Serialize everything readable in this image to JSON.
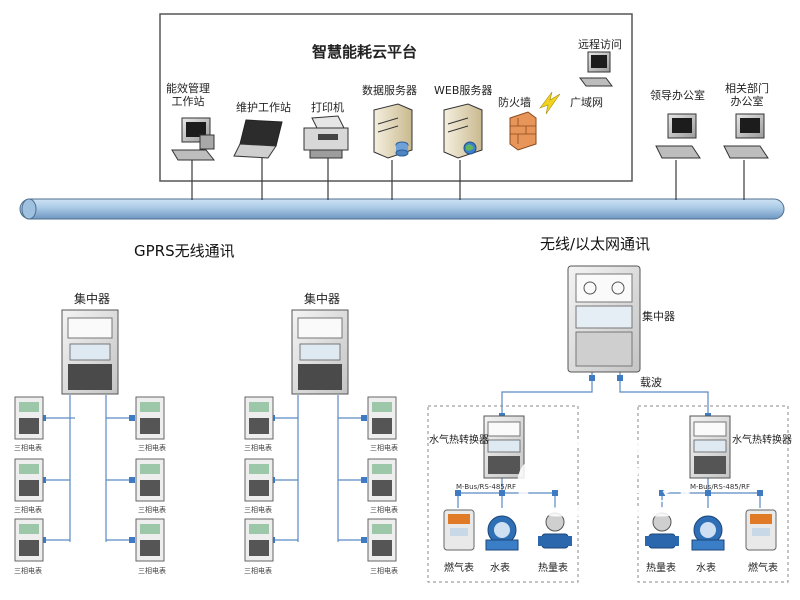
{
  "platform": {
    "title": "智慧能耗云平台",
    "nodes": {
      "mgmt": "能效管理\n工作站",
      "maint": "维护工作站",
      "printer": "打印机",
      "db": "数据服务器",
      "web": "WEB服务器",
      "firewall": "防火墙",
      "wan": "广域网",
      "remote": "远程访问",
      "leader": "领导办公室",
      "dept": "相关部门\n办公室"
    }
  },
  "gprs": {
    "title": "GPRS无线通讯",
    "concentrator": "集中器",
    "meter": "三相电表"
  },
  "ethernet": {
    "title": "无线/以太网通讯",
    "concentrator": "集中器",
    "carrier": "载波",
    "converter": "水气热转换器",
    "bus_left": "M-Bus/RS-485/RF",
    "bus_right": "M-Bus/RS-485/RF",
    "gas": "燃气表",
    "water": "水表",
    "heat": "热量表"
  },
  "watermark": {
    "cn": "云抄表",
    "en": "YUNCB.COM"
  }
}
